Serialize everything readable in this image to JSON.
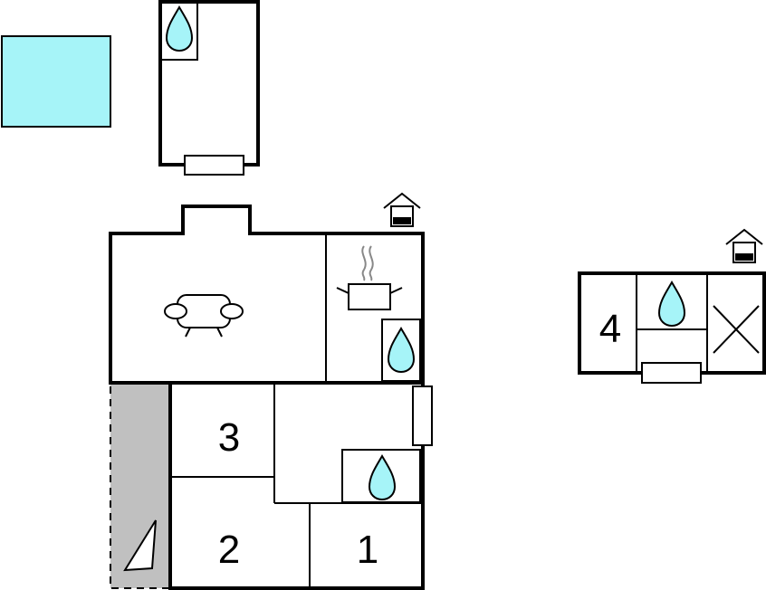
{
  "colors": {
    "water": "#a6f4f8",
    "pool": "#a6f4f8",
    "terrace": "#c0c0c0",
    "wall": "#000000"
  },
  "rooms": {
    "bedroom_1": {
      "label": "1"
    },
    "bedroom_2": {
      "label": "2"
    },
    "bedroom_3": {
      "label": "3"
    },
    "bedroom_4": {
      "label": "4"
    }
  },
  "icons": [
    "pool-icon",
    "water-drop-icon",
    "sofa-icon",
    "cooking-pot-icon",
    "house-icon",
    "window-icon",
    "terrace-icon",
    "stair-icon"
  ]
}
